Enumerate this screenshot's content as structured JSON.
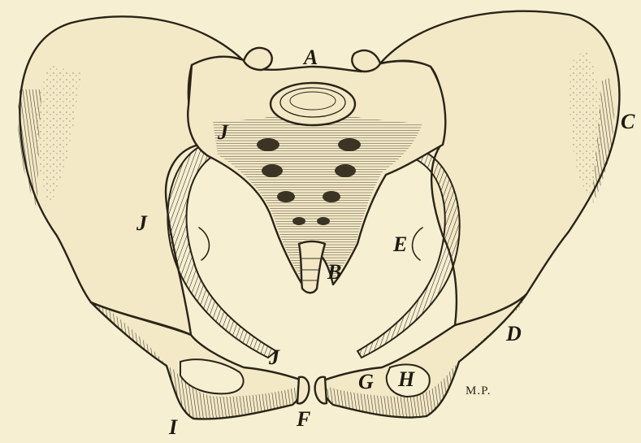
{
  "figure": {
    "labels": {
      "A": "A",
      "B": "B",
      "C": "C",
      "D": "D",
      "E": "E",
      "F": "F",
      "G": "G",
      "H": "H",
      "I": "I",
      "J1": "J",
      "J2": "J",
      "J3": "J"
    },
    "signature": "M.P."
  }
}
